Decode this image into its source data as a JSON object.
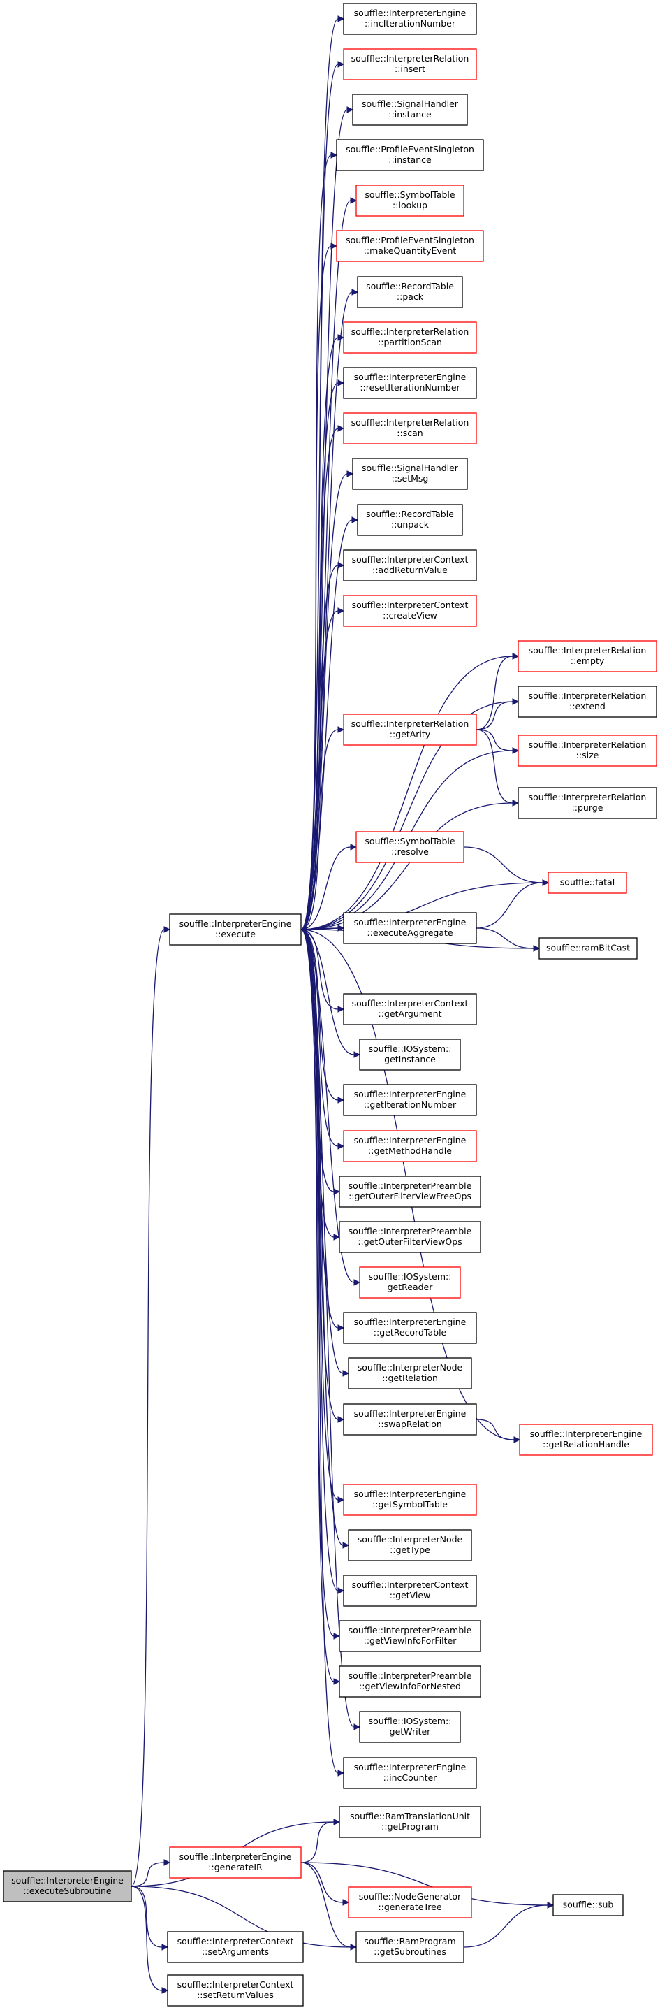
{
  "colors": {
    "edge": "#191970",
    "normal_border": "#000000",
    "truncated_border": "#ff0000",
    "root_fill": "#bfbfbf",
    "node_fill": "#ffffff"
  },
  "nodes": [
    {
      "id": "root",
      "lines": [
        "souffle::InterpreterEngine",
        "::executeSubroutine"
      ],
      "style": "root"
    },
    {
      "id": "execute",
      "lines": [
        "souffle::InterpreterEngine",
        "::execute"
      ],
      "style": "normal"
    },
    {
      "id": "incIterationNumber",
      "lines": [
        "souffle::InterpreterEngine",
        "::incIterationNumber"
      ],
      "style": "normal"
    },
    {
      "id": "insert",
      "lines": [
        "souffle::InterpreterRelation",
        "::insert"
      ],
      "style": "truncated"
    },
    {
      "id": "sh_instance",
      "lines": [
        "souffle::SignalHandler",
        "::instance"
      ],
      "style": "normal"
    },
    {
      "id": "pes_instance",
      "lines": [
        "souffle::ProfileEventSingleton",
        "::instance"
      ],
      "style": "normal"
    },
    {
      "id": "lookup",
      "lines": [
        "souffle::SymbolTable",
        "::lookup"
      ],
      "style": "truncated"
    },
    {
      "id": "makeQuantityEvent",
      "lines": [
        "souffle::ProfileEventSingleton",
        "::makeQuantityEvent"
      ],
      "style": "truncated"
    },
    {
      "id": "pack",
      "lines": [
        "souffle::RecordTable",
        "::pack"
      ],
      "style": "normal"
    },
    {
      "id": "partitionScan",
      "lines": [
        "souffle::InterpreterRelation",
        "::partitionScan"
      ],
      "style": "truncated"
    },
    {
      "id": "resetIterationNumber",
      "lines": [
        "souffle::InterpreterEngine",
        "::resetIterationNumber"
      ],
      "style": "normal"
    },
    {
      "id": "scan",
      "lines": [
        "souffle::InterpreterRelation",
        "::scan"
      ],
      "style": "truncated"
    },
    {
      "id": "setMsg",
      "lines": [
        "souffle::SignalHandler",
        "::setMsg"
      ],
      "style": "normal"
    },
    {
      "id": "unpack",
      "lines": [
        "souffle::RecordTable",
        "::unpack"
      ],
      "style": "normal"
    },
    {
      "id": "addReturnValue",
      "lines": [
        "souffle::InterpreterContext",
        "::addReturnValue"
      ],
      "style": "normal"
    },
    {
      "id": "createView",
      "lines": [
        "souffle::InterpreterContext",
        "::createView"
      ],
      "style": "truncated"
    },
    {
      "id": "empty",
      "lines": [
        "souffle::InterpreterRelation",
        "::empty"
      ],
      "style": "truncated"
    },
    {
      "id": "extend",
      "lines": [
        "souffle::InterpreterRelation",
        "::extend"
      ],
      "style": "normal"
    },
    {
      "id": "getArity",
      "lines": [
        "souffle::InterpreterRelation",
        "::getArity"
      ],
      "style": "truncated"
    },
    {
      "id": "size",
      "lines": [
        "souffle::InterpreterRelation",
        "::size"
      ],
      "style": "truncated"
    },
    {
      "id": "purge",
      "lines": [
        "souffle::InterpreterRelation",
        "::purge"
      ],
      "style": "normal"
    },
    {
      "id": "resolve",
      "lines": [
        "souffle::SymbolTable",
        "::resolve"
      ],
      "style": "truncated"
    },
    {
      "id": "fatal",
      "lines": [
        "souffle::fatal"
      ],
      "style": "truncated"
    },
    {
      "id": "executeAggregate",
      "lines": [
        "souffle::InterpreterEngine",
        "::executeAggregate"
      ],
      "style": "normal"
    },
    {
      "id": "ramBitCast",
      "lines": [
        "souffle::ramBitCast"
      ],
      "style": "normal"
    },
    {
      "id": "getArgument",
      "lines": [
        "souffle::InterpreterContext",
        "::getArgument"
      ],
      "style": "normal"
    },
    {
      "id": "getInstance",
      "lines": [
        "souffle::IOSystem::",
        "getInstance"
      ],
      "style": "normal"
    },
    {
      "id": "getIterationNumber",
      "lines": [
        "souffle::InterpreterEngine",
        "::getIterationNumber"
      ],
      "style": "normal"
    },
    {
      "id": "getMethodHandle",
      "lines": [
        "souffle::InterpreterEngine",
        "::getMethodHandle"
      ],
      "style": "truncated"
    },
    {
      "id": "getOuterFilterViewFreeOps",
      "lines": [
        "souffle::InterpreterPreamble",
        "::getOuterFilterViewFreeOps"
      ],
      "style": "normal"
    },
    {
      "id": "getOuterFilterViewOps",
      "lines": [
        "souffle::InterpreterPreamble",
        "::getOuterFilterViewOps"
      ],
      "style": "normal"
    },
    {
      "id": "getReader",
      "lines": [
        "souffle::IOSystem::",
        "getReader"
      ],
      "style": "truncated"
    },
    {
      "id": "getRecordTable",
      "lines": [
        "souffle::InterpreterEngine",
        "::getRecordTable"
      ],
      "style": "normal"
    },
    {
      "id": "getRelation",
      "lines": [
        "souffle::InterpreterNode",
        "::getRelation"
      ],
      "style": "normal"
    },
    {
      "id": "swapRelation",
      "lines": [
        "souffle::InterpreterEngine",
        "::swapRelation"
      ],
      "style": "normal"
    },
    {
      "id": "getRelationHandle",
      "lines": [
        "souffle::InterpreterEngine",
        "::getRelationHandle"
      ],
      "style": "truncated"
    },
    {
      "id": "getSymbolTable",
      "lines": [
        "souffle::InterpreterEngine",
        "::getSymbolTable"
      ],
      "style": "truncated"
    },
    {
      "id": "getType",
      "lines": [
        "souffle::InterpreterNode",
        "::getType"
      ],
      "style": "normal"
    },
    {
      "id": "getView",
      "lines": [
        "souffle::InterpreterContext",
        "::getView"
      ],
      "style": "normal"
    },
    {
      "id": "getViewInfoForFilter",
      "lines": [
        "souffle::InterpreterPreamble",
        "::getViewInfoForFilter"
      ],
      "style": "normal"
    },
    {
      "id": "getViewInfoForNested",
      "lines": [
        "souffle::InterpreterPreamble",
        "::getViewInfoForNested"
      ],
      "style": "normal"
    },
    {
      "id": "getWriter",
      "lines": [
        "souffle::IOSystem::",
        "getWriter"
      ],
      "style": "normal"
    },
    {
      "id": "incCounter",
      "lines": [
        "souffle::InterpreterEngine",
        "::incCounter"
      ],
      "style": "normal"
    },
    {
      "id": "getProgram",
      "lines": [
        "souffle::RamTranslationUnit",
        "::getProgram"
      ],
      "style": "normal"
    },
    {
      "id": "generateIR",
      "lines": [
        "souffle::InterpreterEngine",
        "::generateIR"
      ],
      "style": "truncated"
    },
    {
      "id": "generateTree",
      "lines": [
        "souffle::NodeGenerator",
        "::generateTree"
      ],
      "style": "truncated"
    },
    {
      "id": "sub",
      "lines": [
        "souffle::sub"
      ],
      "style": "normal"
    },
    {
      "id": "getSubroutines",
      "lines": [
        "souffle::RamProgram",
        "::getSubroutines"
      ],
      "style": "normal"
    },
    {
      "id": "setArguments",
      "lines": [
        "souffle::InterpreterContext",
        "::setArguments"
      ],
      "style": "normal"
    },
    {
      "id": "setReturnValues",
      "lines": [
        "souffle::InterpreterContext",
        "::setReturnValues"
      ],
      "style": "normal"
    }
  ],
  "edges": [
    [
      "root",
      "execute"
    ],
    [
      "root",
      "getProgram"
    ],
    [
      "root",
      "generateIR"
    ],
    [
      "root",
      "getSubroutines"
    ],
    [
      "root",
      "setArguments"
    ],
    [
      "root",
      "setReturnValues"
    ],
    [
      "generateIR",
      "getProgram"
    ],
    [
      "generateIR",
      "generateTree"
    ],
    [
      "generateIR",
      "sub"
    ],
    [
      "generateIR",
      "getSubroutines"
    ],
    [
      "getSubroutines",
      "sub"
    ],
    [
      "execute",
      "incIterationNumber"
    ],
    [
      "execute",
      "insert"
    ],
    [
      "execute",
      "sh_instance"
    ],
    [
      "execute",
      "pes_instance"
    ],
    [
      "execute",
      "lookup"
    ],
    [
      "execute",
      "makeQuantityEvent"
    ],
    [
      "execute",
      "pack"
    ],
    [
      "execute",
      "partitionScan"
    ],
    [
      "execute",
      "resetIterationNumber"
    ],
    [
      "execute",
      "scan"
    ],
    [
      "execute",
      "setMsg"
    ],
    [
      "execute",
      "unpack"
    ],
    [
      "execute",
      "addReturnValue"
    ],
    [
      "execute",
      "createView"
    ],
    [
      "execute",
      "empty"
    ],
    [
      "execute",
      "extend"
    ],
    [
      "execute",
      "getArity"
    ],
    [
      "execute",
      "size"
    ],
    [
      "execute",
      "purge"
    ],
    [
      "execute",
      "resolve"
    ],
    [
      "execute",
      "fatal"
    ],
    [
      "execute",
      "executeAggregate"
    ],
    [
      "execute",
      "ramBitCast"
    ],
    [
      "execute",
      "getArgument"
    ],
    [
      "execute",
      "getInstance"
    ],
    [
      "execute",
      "getIterationNumber"
    ],
    [
      "execute",
      "getMethodHandle"
    ],
    [
      "execute",
      "getOuterFilterViewFreeOps"
    ],
    [
      "execute",
      "getOuterFilterViewOps"
    ],
    [
      "execute",
      "getReader"
    ],
    [
      "execute",
      "getRecordTable"
    ],
    [
      "execute",
      "getRelation"
    ],
    [
      "execute",
      "swapRelation"
    ],
    [
      "execute",
      "getRelationHandle"
    ],
    [
      "execute",
      "getSymbolTable"
    ],
    [
      "execute",
      "getType"
    ],
    [
      "execute",
      "getView"
    ],
    [
      "execute",
      "getViewInfoForFilter"
    ],
    [
      "execute",
      "getViewInfoForNested"
    ],
    [
      "execute",
      "getWriter"
    ],
    [
      "execute",
      "incCounter"
    ],
    [
      "getArity",
      "empty"
    ],
    [
      "getArity",
      "extend"
    ],
    [
      "getArity",
      "size"
    ],
    [
      "getArity",
      "purge"
    ],
    [
      "resolve",
      "fatal"
    ],
    [
      "executeAggregate",
      "execute"
    ],
    [
      "executeAggregate",
      "fatal"
    ],
    [
      "executeAggregate",
      "ramBitCast"
    ],
    [
      "swapRelation",
      "getRelationHandle"
    ]
  ]
}
